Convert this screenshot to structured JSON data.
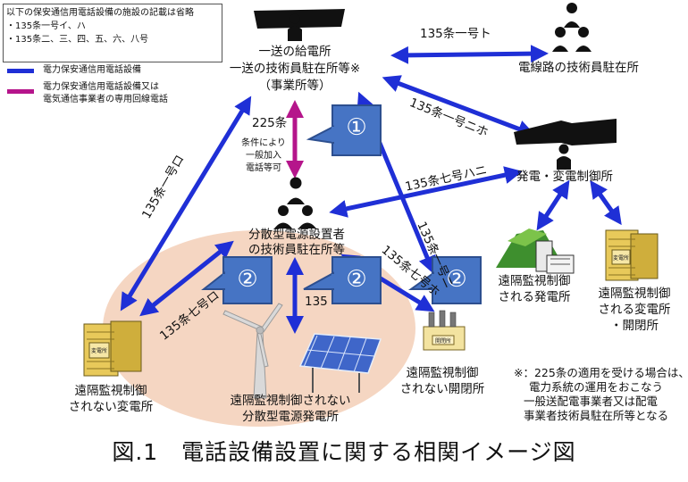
{
  "legend": {
    "note_title": "以下の保安通信用電話設備の施設の記載は省略",
    "note_item1": "・135条一号イ、ハ",
    "note_item2": "・135条二、三、四、五、六、八号",
    "blue_label": "電力保安通信用電話設備",
    "magenta_label_line1": "電力保安通信用電話設備又は",
    "magenta_label_line2": "電気通信事業者の専用回線電話",
    "colors": {
      "blue": "#1f2fd6",
      "magenta": "#b5158b",
      "callout": "#4674c4",
      "zone": "#f5d6c2"
    }
  },
  "nodes": {
    "supply_station": {
      "line1": "一送の給電所",
      "line2": "一送の技術員駐在所等※",
      "line3": "（事業所等）"
    },
    "line_technician": {
      "label": "電線路の技術員駐在所"
    },
    "control_center": {
      "label": "発電・変電制御所"
    },
    "distributed_operator": {
      "line1": "分散型電源設置者",
      "line2": "の技術員駐在所等"
    },
    "remote_power_plant": {
      "line1": "遠隔監視制御",
      "line2": "される発電所"
    },
    "remote_substation": {
      "line1": "遠隔監視制御",
      "line2": "される変電所",
      "line3": "・開閉所"
    },
    "unmonitored_substation": {
      "line1": "遠隔監視制御",
      "line2": "されない変電所"
    },
    "unmonitored_dg": {
      "line1": "遠隔監視制御されない",
      "line2": "分散型電源発電所"
    },
    "unmonitored_switching": {
      "line1": "遠隔監視制御",
      "line2": "されない開閉所"
    }
  },
  "links": {
    "ichigo_to": "135条一号ト",
    "ichigo_ni_ho": "135条一号ニホ",
    "shichigo_ha_ni": "135条七号ハニ",
    "ichigo_ro": "135条一号ロ",
    "shichigo_ro": "135条七号ロ",
    "ichigo_ni": "135条一号ニ",
    "shichigo_ho": "135条七号ホ",
    "partial_135": "135",
    "art225": "225条",
    "art225_cond_line1": "条件により",
    "art225_cond_line2": "一般加入",
    "art225_cond_line3": "電話等可"
  },
  "callouts": {
    "c1": "①",
    "c2a": "②",
    "c2b": "②",
    "c2c": "②"
  },
  "building_sign": {
    "substation": "変電所",
    "switching": "開閉所"
  },
  "footnote": {
    "line1": "※：225条の適用を受ける場合は、",
    "line2": "電力系統の運用をおこなう",
    "line3": "一般送配電事業者又は配電",
    "line4": "事業者技術員駐在所等となる"
  },
  "caption": "図.1　電話設備設置に関する相関イメージ図"
}
